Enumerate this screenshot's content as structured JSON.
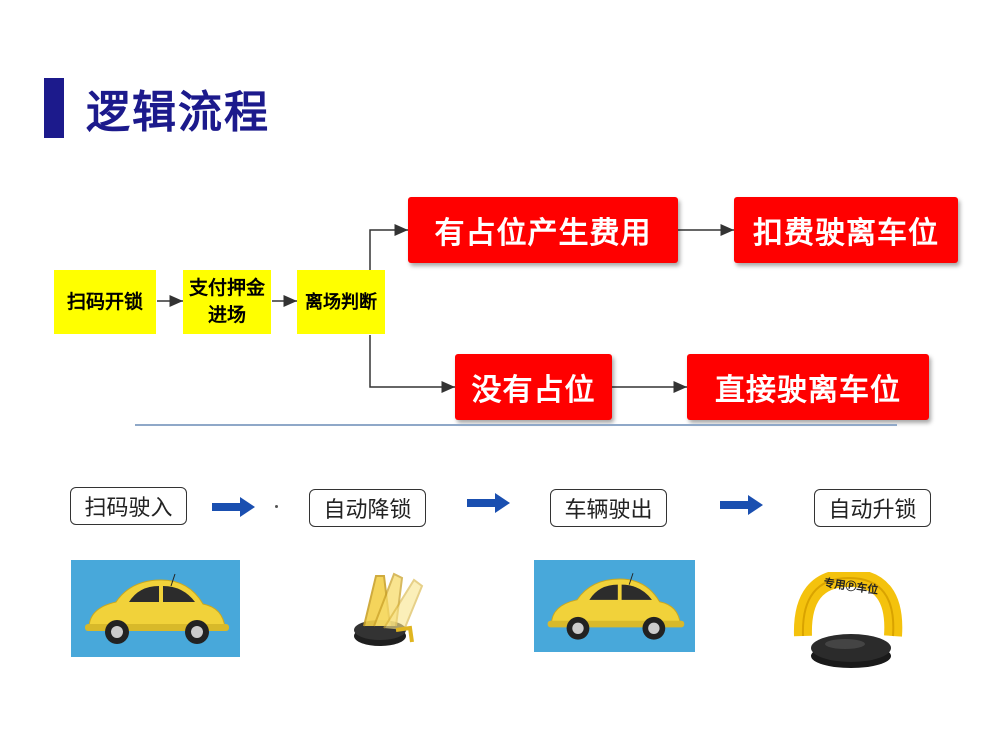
{
  "title": "逻辑流程",
  "flow": {
    "scan_unlock": "扫码开锁",
    "pay_deposit": "支付押金进场",
    "exit_judge": "离场判断",
    "occupied_fee": "有占位产生费用",
    "deduct_leave": "扣费驶离车位",
    "not_occupied": "没有占位",
    "direct_leave": "直接驶离车位"
  },
  "steps": [
    "扫码驶入",
    "自动降锁",
    "车辆驶出",
    "自动升锁"
  ],
  "lock_label": "专用Ⓟ车位",
  "colors": {
    "title": "#1c1a8c",
    "yellow_box": "#ffff00",
    "red_box": "#ff0000",
    "arrow_blue": "#1a4fb0",
    "panel_blue": "#48a8da",
    "car_yellow": "#f1d23a"
  }
}
